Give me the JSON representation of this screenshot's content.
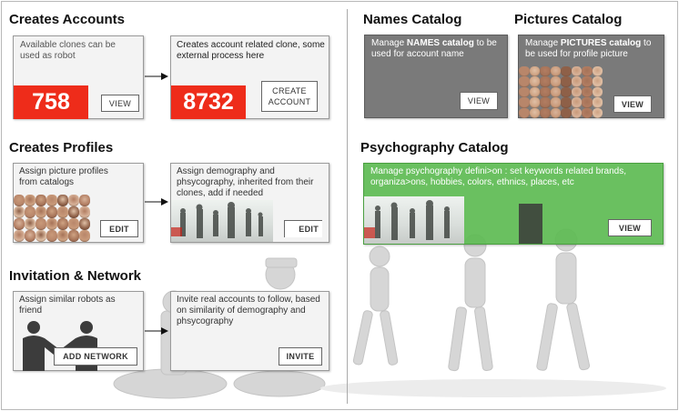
{
  "left": {
    "accounts": {
      "title": "Creates Accounts",
      "available_text": "Available clones can be used as robot",
      "available_count": "758",
      "view_label": "VIEW",
      "creates_text": "Creates account related clone, some external process here",
      "created_count": "8732",
      "create_label": "CREATE ACCOUNT"
    },
    "profiles": {
      "title": "Creates Profiles",
      "assign_text": "Assign picture profiles from catalogs",
      "edit_label": "EDIT",
      "demography_text": "Assign demography and phsycography, inherited from their clones, add if needed",
      "edit2_label": "EDIT"
    },
    "network": {
      "title": "Invitation & Network",
      "assign_text": "Assign similar robots as friend",
      "add_label": "ADD NETWORK",
      "invite_text": "Invite real accounts to follow, based on similarity of demography and phsycography",
      "invite_label": "INVITE"
    }
  },
  "right": {
    "names": {
      "title": "Names Catalog",
      "text_prefix": "Manage ",
      "text_bold": "NAMES catalog",
      "text_suffix": " to be used for account name",
      "view_label": "VIEW"
    },
    "pictures": {
      "title": "Pictures Catalog",
      "text_prefix": "Manage ",
      "text_bold": "PICTURES catalog",
      "text_suffix": " to be used for profile picture",
      "view_label": "VIEW"
    },
    "psychography": {
      "title": "Psychography Catalog",
      "text": "Manage psychography defini>on : set keywords related brands, organiza>ons, hobbies, colors, ethnics, places, etc",
      "view_label": "VIEW"
    }
  },
  "colors": {
    "counter_red": "#ee2c1a",
    "names_gray": "#7a7a7a",
    "psycho_green": "#5dbb52"
  }
}
